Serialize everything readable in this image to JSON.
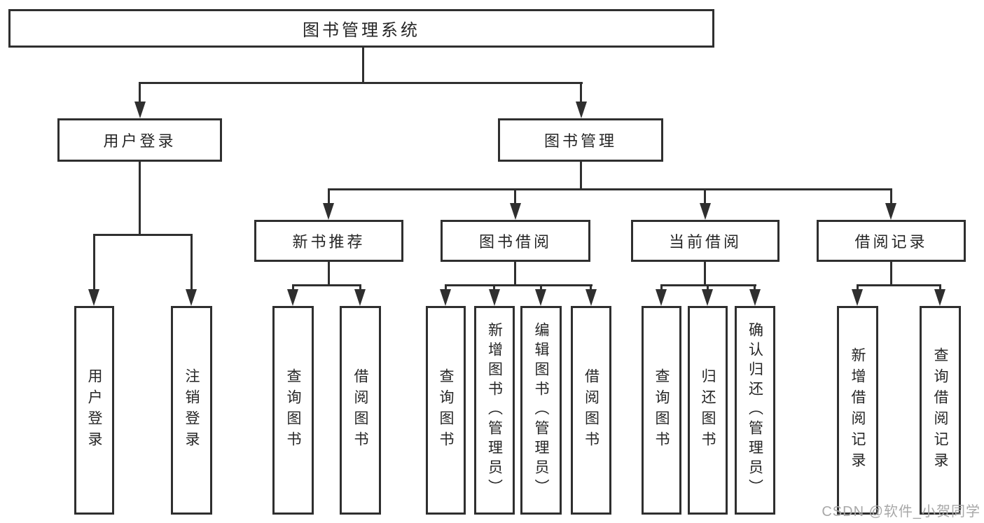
{
  "tree": {
    "root": {
      "label": "图书管理系统",
      "children": [
        {
          "label": "用户登录",
          "children": [
            {
              "label": "用户登录"
            },
            {
              "label": "注销登录"
            }
          ]
        },
        {
          "label": "图书管理",
          "children": [
            {
              "label": "新书推荐",
              "children": [
                {
                  "label": "查询图书"
                },
                {
                  "label": "借阅图书"
                }
              ]
            },
            {
              "label": "图书借阅",
              "children": [
                {
                  "label": "查询图书"
                },
                {
                  "label": "新增图书（管理员）"
                },
                {
                  "label": "编辑图书（管理员）"
                },
                {
                  "label": "借阅图书"
                }
              ]
            },
            {
              "label": "当前借阅",
              "children": [
                {
                  "label": "查询图书"
                },
                {
                  "label": "归还图书"
                },
                {
                  "label": "确认归还（管理员）"
                }
              ]
            },
            {
              "label": "借阅记录",
              "children": [
                {
                  "label": "新增借阅记录"
                },
                {
                  "label": "查询借阅记录"
                }
              ]
            }
          ]
        }
      ]
    }
  },
  "watermark": {
    "text": "CSDN @软件_小贺同学"
  },
  "colors": {
    "line": "#2f2f2f",
    "box_border": "#2f2f2f",
    "box_fill": "#ffffff",
    "text": "#262626",
    "watermark": "#a8a8a8",
    "background": "#ffffff"
  }
}
